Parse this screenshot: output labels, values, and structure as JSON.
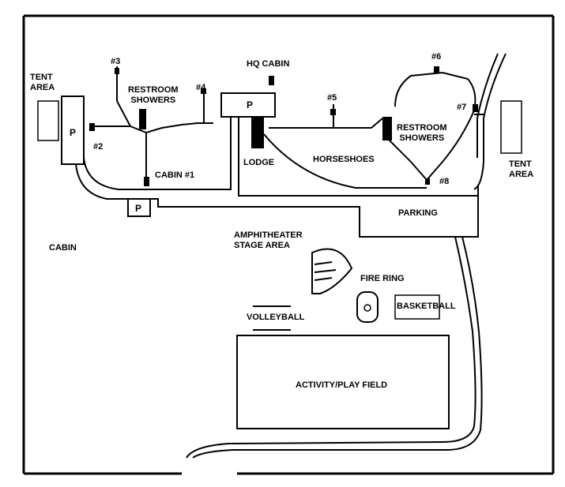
{
  "map": {
    "colors": {
      "ink": "#000000",
      "paper": "#ffffff"
    },
    "labels": {
      "tent_area_left": [
        "TENT",
        "AREA"
      ],
      "tent_area_right": [
        "TENT",
        "AREA"
      ],
      "restroom_showers_left": [
        "RESTROOM",
        "SHOWERS"
      ],
      "restroom_showers_right": [
        "RESTROOM",
        "SHOWERS"
      ],
      "hq_cabin": "HQ CABIN",
      "lodge": "LODGE",
      "horseshoes": "HORSESHOES",
      "cabin_1": "CABIN #1",
      "cabin": "CABIN",
      "parking": "PARKING",
      "amphitheater": [
        "AMPHITHEATER",
        "STAGE AREA"
      ],
      "fire_ring": "FIRE RING",
      "basketball": "BASKETBALL",
      "volleyball": "VOLLEYBALL",
      "activity_field": "ACTIVITY/PLAY FIELD",
      "site_2": "#2",
      "site_3": "#3",
      "site_4": "#4",
      "site_5": "#5",
      "site_6": "#6",
      "site_7": "#7",
      "site_8": "#8",
      "parking_p": "P"
    }
  }
}
